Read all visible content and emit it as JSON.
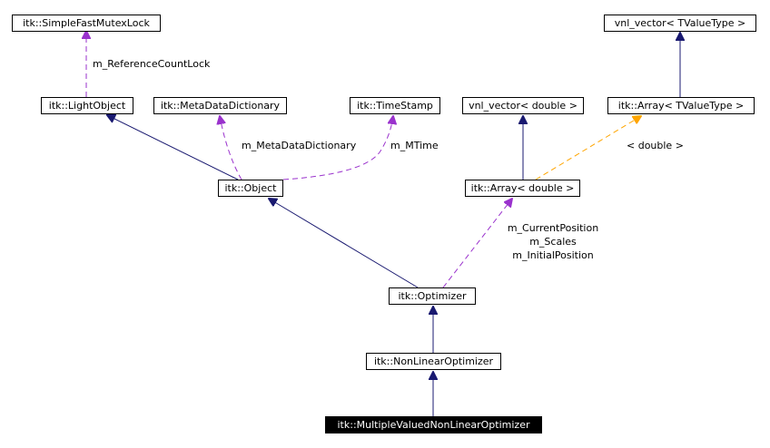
{
  "colors": {
    "inheritance": "#191970",
    "usage": "#9a32cd",
    "template": "#ffa500",
    "current_fill": "#000000",
    "current_text": "#ffffff"
  },
  "nodes": {
    "simple_fast_mutex_lock": "itk::SimpleFastMutexLock",
    "vnl_vector_tvaluetype": "vnl_vector< TValueType >",
    "light_object": "itk::LightObject",
    "meta_data_dictionary": "itk::MetaDataDictionary",
    "time_stamp": "itk::TimeStamp",
    "vnl_vector_double": "vnl_vector< double >",
    "array_tvaluetype": "itk::Array< TValueType >",
    "object": "itk::Object",
    "array_double": "itk::Array< double >",
    "optimizer": "itk::Optimizer",
    "nonlinear_optimizer": "itk::NonLinearOptimizer",
    "multiple_valued_nonlinear_optimizer": "itk::MultipleValuedNonLinearOptimizer"
  },
  "edge_labels": {
    "reference_count_lock": "m_ReferenceCountLock",
    "meta_data_dictionary": "m_MetaDataDictionary",
    "mtime": "m_MTime",
    "template_double": "< double >",
    "current_position": "m_CurrentPosition",
    "scales": "m_Scales",
    "initial_position": "m_InitialPosition"
  }
}
